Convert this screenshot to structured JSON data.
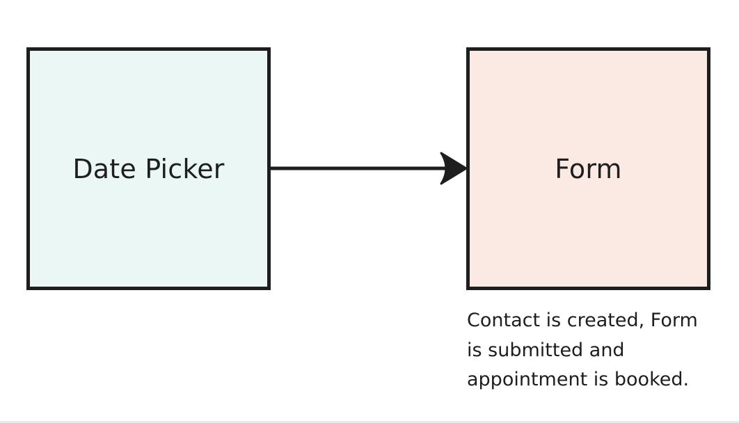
{
  "diagram": {
    "nodes": [
      {
        "id": "date-picker",
        "label": "Date Picker",
        "fill": "#ebf7f4"
      },
      {
        "id": "form",
        "label": "Form",
        "fill": "#fbe9e3"
      }
    ],
    "edges": [
      {
        "from": "date-picker",
        "to": "form"
      }
    ],
    "note": {
      "lines": [
        "Contact is created, Form",
        "is submitted and",
        "appointment is booked."
      ]
    },
    "colors": {
      "stroke": "#1e1e1e",
      "background": "#ffffff"
    }
  }
}
